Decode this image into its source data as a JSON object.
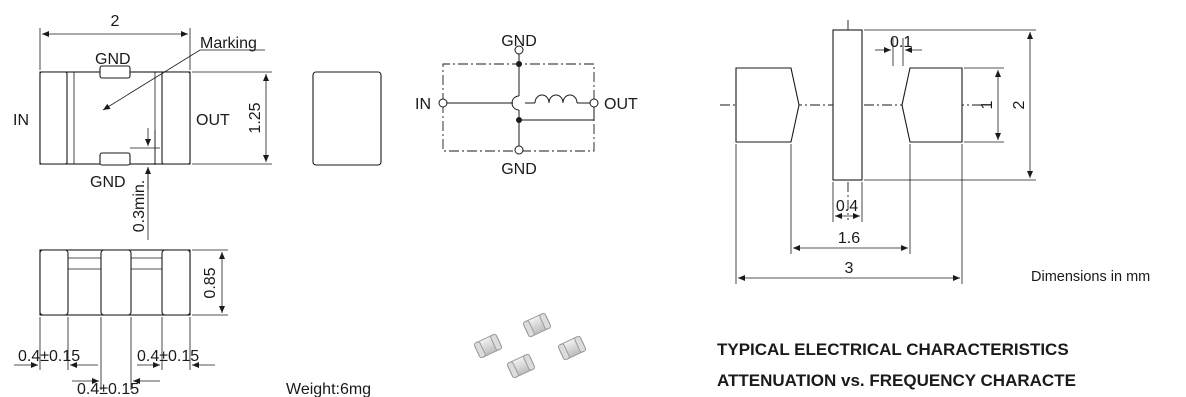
{
  "top_view": {
    "length_dim": "2",
    "marking_label": "Marking",
    "gnd_top": "GND",
    "gnd_bottom": "GND",
    "in_label": "IN",
    "out_label": "OUT",
    "width_dim": "1.25",
    "min_dim": "0.3min."
  },
  "side_view": {
    "height_dim": "0.85",
    "left_dim": "0.4±0.15",
    "right_dim": "0.4±0.15",
    "center_dim": "0.4±0.15"
  },
  "weight": "Weight:6mg",
  "circuit": {
    "gnd_top": "GND",
    "gnd_bottom": "GND",
    "in_label": "IN",
    "out_label": "OUT"
  },
  "land_pattern": {
    "gap_dim": "0.1",
    "pad_height_dim": "1",
    "total_height_dim": "2",
    "center_width_dim": "0.4",
    "inner_span_dim": "1.6",
    "total_span_dim": "3",
    "units_note": "Dimensions in mm"
  },
  "headings": {
    "line1": "TYPICAL ELECTRICAL CHARACTERISTICS",
    "line2": "ATTENUATION vs. FREQUENCY CHARACTE"
  }
}
